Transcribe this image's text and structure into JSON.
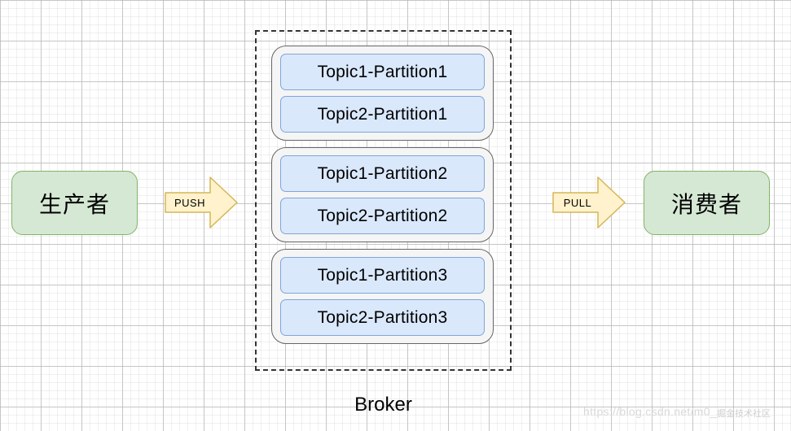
{
  "diagram": {
    "producer": {
      "label": "生产者"
    },
    "consumer": {
      "label": "消费者"
    },
    "arrows": [
      {
        "name": "push",
        "label": "PUSH"
      },
      {
        "name": "pull",
        "label": "PULL"
      }
    ],
    "broker": {
      "label": "Broker",
      "groups": [
        {
          "items": [
            "Topic1-Partition1",
            "Topic2-Partition1"
          ]
        },
        {
          "items": [
            "Topic1-Partition2",
            "Topic2-Partition2"
          ]
        },
        {
          "items": [
            "Topic1-Partition3",
            "Topic2-Partition3"
          ]
        }
      ]
    },
    "watermark": {
      "url": "https://blog.csdn.net/m0_",
      "badge": "掘金技术社区"
    },
    "colors": {
      "endpoint_fill": "#d5e8d4",
      "endpoint_border": "#82b366",
      "arrow_fill": "#fff2cc",
      "arrow_border": "#d6b656",
      "partition_fill": "#dae8fc",
      "partition_border": "#7ea6d8",
      "group_fill": "#f5f5f5",
      "group_border": "#666666",
      "broker_border": "#333333"
    }
  }
}
